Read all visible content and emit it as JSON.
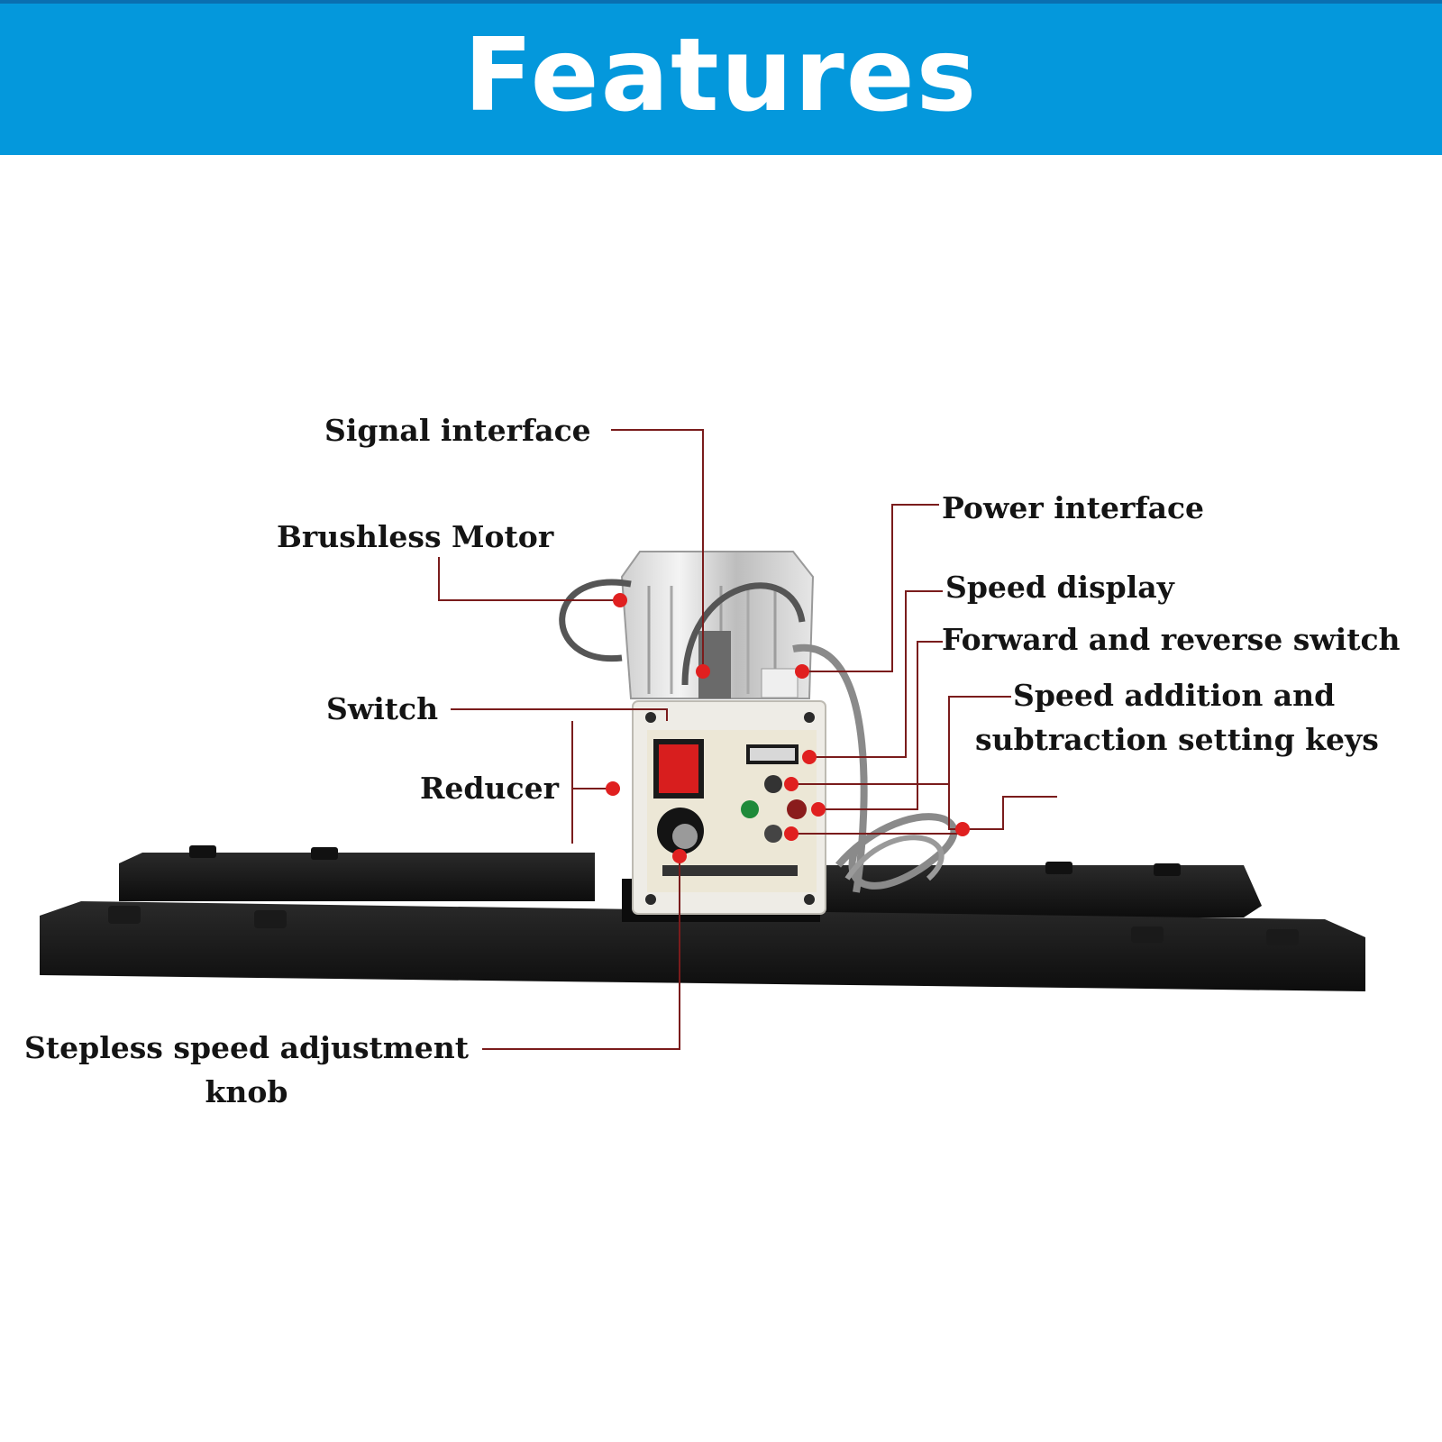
{
  "header": {
    "title": "Features"
  },
  "labels": {
    "signal_interface": "Signal interface",
    "brushless_motor": "Brushless Motor",
    "switch": "Switch",
    "reducer": "Reducer",
    "power_interface": "Power interface",
    "speed_display": "Speed display",
    "forward_reverse_switch": "Forward and reverse switch",
    "speed_keys_line1": "Speed addition and",
    "speed_keys_line2": "subtraction setting keys",
    "knob_line1": "Stepless speed adjustment",
    "knob_line2": "knob"
  },
  "colors": {
    "banner": "#0498dc",
    "leader": "#7a1c1c",
    "marker": "#e02020"
  }
}
